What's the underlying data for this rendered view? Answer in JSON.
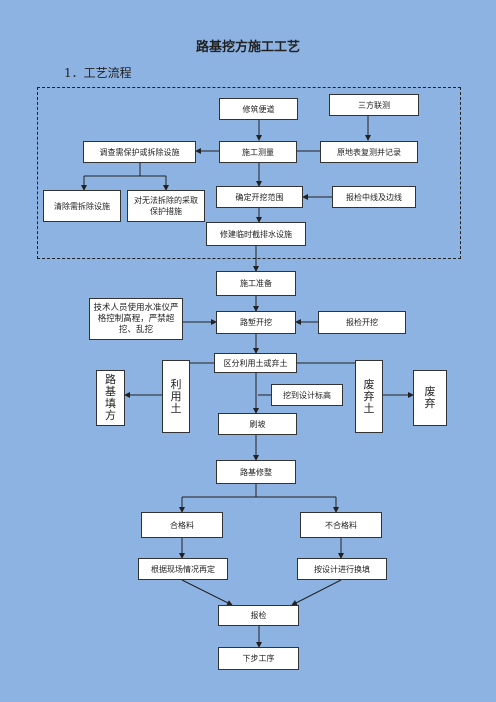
{
  "title": "路基挖方施工工艺",
  "subtitle": "1．工艺流程",
  "nodes": {
    "build_access": "修筑便道",
    "three_party": "三方联测",
    "survey_protect": "调查需保护或拆除设施",
    "construction_survey": "施工测量",
    "original_ground": "原地表复测并记录",
    "clear_remove": "清除需拆除设施",
    "protect_measures": "对无法拆除的采取保护措施",
    "excavation_range": "确定开挖范围",
    "report_centerline": "报检中线及边线",
    "temp_drainage": "修建临时截排水设施",
    "construction_prep": "施工准备",
    "tech_staff": "技术人员使用水准仪严格控制高程，严禁超挖、乱挖",
    "subgrade_excavation": "路堑开挖",
    "report_excavation": "报检开挖",
    "distinguish_soil": "区分利用土或弃土",
    "subgrade_fill": [
      "路",
      "基",
      "填",
      "方"
    ],
    "usable_soil": [
      "利",
      "用",
      "土"
    ],
    "design_elevation": "挖到设计标高",
    "waste_soil": [
      "废",
      "弃",
      "土"
    ],
    "discard": [
      "废",
      "弃"
    ],
    "slope_brushing": "刷坡",
    "subgrade_trimming": "路基修整",
    "qualified": "合格料",
    "unqualified": "不合格料",
    "redetermine": "根据现场情况再定",
    "replace_design": "按设计进行换填",
    "inspection": "报检",
    "next_process": "下步工序"
  }
}
